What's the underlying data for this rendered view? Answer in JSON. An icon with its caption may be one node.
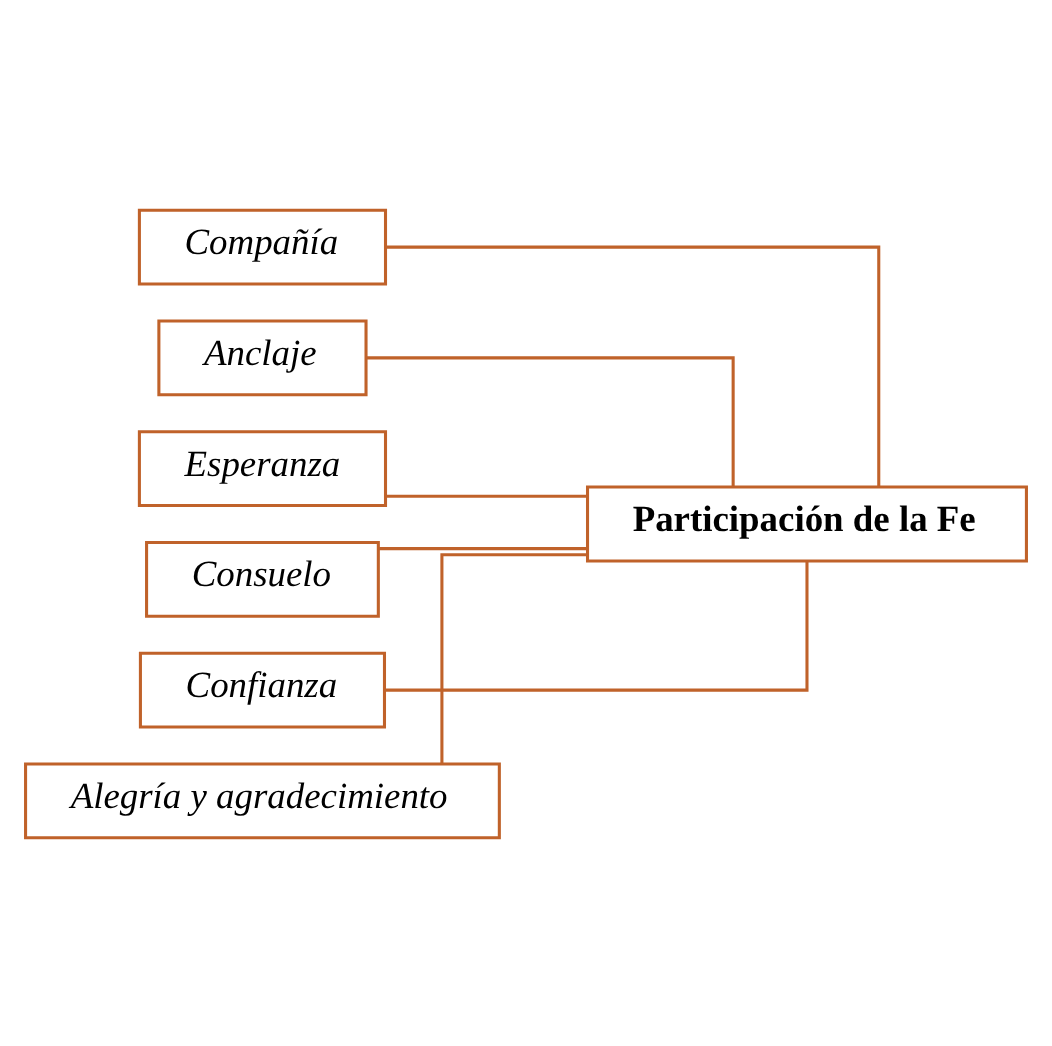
{
  "diagram": {
    "nodes": [
      {
        "text": [
          "Participación de la Fe"
        ]
      },
      {
        "text": [
          "Compañía"
        ]
      },
      {
        "text": [
          "Anclaje"
        ]
      },
      {
        "text": [
          "Esperanza"
        ]
      },
      {
        "text": [
          "Consuelo"
        ]
      },
      {
        "text": [
          "Confianza"
        ]
      },
      {
        "text": [
          "Alegría y agradecimiento"
        ]
      }
    ],
    "edges": [
      {
        "from": 0,
        "to": 1,
        "arrow": "none"
      },
      {
        "from": 0,
        "to": 2,
        "arrow": "none"
      },
      {
        "from": 0,
        "to": 3,
        "arrow": "none"
      },
      {
        "from": 0,
        "to": 4,
        "arrow": "none"
      },
      {
        "from": 0,
        "to": 5,
        "arrow": "none"
      },
      {
        "from": 0,
        "to": 6,
        "arrow": "none"
      }
    ]
  }
}
